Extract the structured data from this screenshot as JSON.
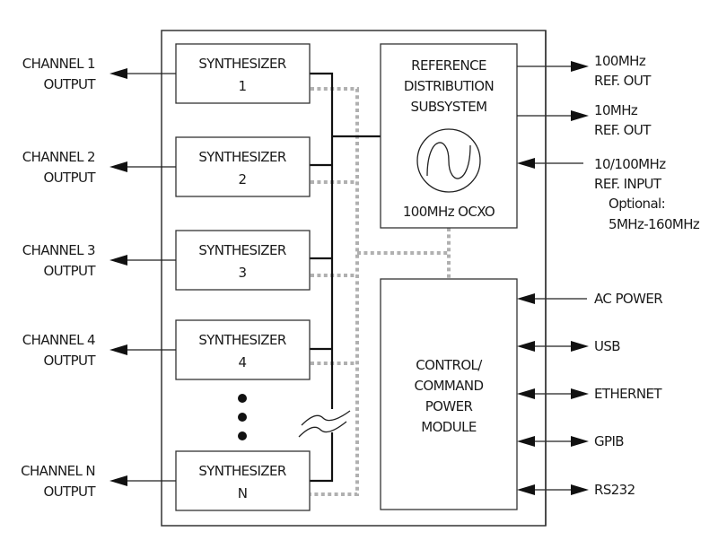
{
  "diagram": {
    "synthesizers": [
      {
        "title": "SYNTHESIZER",
        "index": "1",
        "output_line1": "CHANNEL 1",
        "output_line2": "OUTPUT"
      },
      {
        "title": "SYNTHESIZER",
        "index": "2",
        "output_line1": "CHANNEL 2",
        "output_line2": "OUTPUT"
      },
      {
        "title": "SYNTHESIZER",
        "index": "3",
        "output_line1": "CHANNEL 3",
        "output_line2": "OUTPUT"
      },
      {
        "title": "SYNTHESIZER",
        "index": "4",
        "output_line1": "CHANNEL 4",
        "output_line2": "OUTPUT"
      },
      {
        "title": "SYNTHESIZER",
        "index": "N",
        "output_line1": "CHANNEL N",
        "output_line2": "OUTPUT"
      }
    ],
    "reference": {
      "line1": "REFERENCE",
      "line2": "DISTRIBUTION",
      "line3": "SUBSYSTEM",
      "oscillator": "100MHz OCXO",
      "oscillator_icon": "sine-wave-oscillator-icon"
    },
    "reference_ports": [
      {
        "line1": "100MHz",
        "line2": "REF. OUT",
        "direction": "out"
      },
      {
        "line1": "10MHz",
        "line2": "REF. OUT",
        "direction": "out"
      },
      {
        "line1": "10/100MHz",
        "line2": "REF. INPUT",
        "direction": "in"
      }
    ],
    "reference_option": {
      "line1": "Optional:",
      "line2": "5MHz-160MHz"
    },
    "control": {
      "line1": "CONTROL/",
      "line2": "COMMAND",
      "line3": "POWER",
      "line4": "MODULE"
    },
    "control_ports": [
      {
        "label": "AC POWER",
        "direction": "in"
      },
      {
        "label": "USB",
        "direction": "bidirectional"
      },
      {
        "label": "ETHERNET",
        "direction": "bidirectional"
      },
      {
        "label": "GPIB",
        "direction": "bidirectional"
      },
      {
        "label": "RS232",
        "direction": "bidirectional"
      }
    ],
    "ellipsis_icon": "vertical-ellipsis",
    "break_icon": "line-break-symbol"
  }
}
